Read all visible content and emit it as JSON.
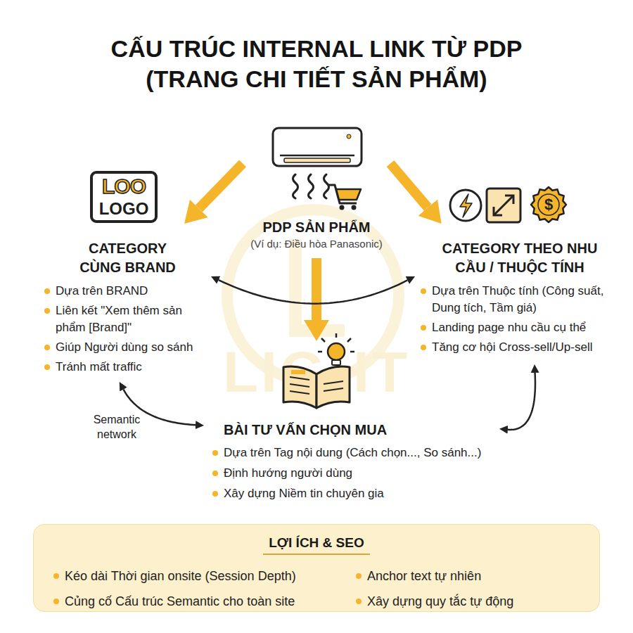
{
  "diagram": {
    "title": "CẤU TRÚC INTERNAL LINK TỪ PDP (TRANG CHI TIẾT SẢN PHẨM)",
    "nodes": [
      {
        "text": [
          "PDP SẢN PHẨM",
          "(Ví dụ: Điều hòa Panasonic)"
        ]
      },
      {
        "text": [
          "CATEGORY CÙNG BRAND",
          "Dựa trên BRAND",
          "Liên kết \"Xem thêm sản phẩm [Brand]\"",
          "Giúp Người dùng so sánh",
          "Tránh mất traffic"
        ]
      },
      {
        "text": [
          "CATEGORY THEO NHU CẦU / THUỘC TÍNH",
          "Dựa trên Thuộc tính (Công suất, Dung tích, Tầm giá)",
          "Landing page nhu cầu cụ thể",
          "Tăng cơ hội Cross-sell/Up-sell"
        ]
      },
      {
        "text": [
          "BÀI TƯ VẤN CHỌN MUA",
          "Dựa trên Tag nội dung (Cách chọn..., So sánh...)",
          "Định hướng người dùng",
          "Xây dựng Niềm tin chuyên gia"
        ]
      },
      {
        "text": [
          "LỢI ÍCH & SEO",
          "Kéo dài Thời gian onsite (Session Depth)",
          "Anchor text tự nhiên",
          "Củng cố Cấu trúc Semantic cho toàn site",
          "Xây dựng quy tắc tự động"
        ]
      }
    ],
    "edges": [
      {
        "from": 0,
        "to": 1,
        "arrow": "to"
      },
      {
        "from": 0,
        "to": 2,
        "arrow": "to"
      },
      {
        "from": 0,
        "to": 3,
        "arrow": "to"
      },
      {
        "from": 1,
        "to": 2,
        "arrow": "both"
      },
      {
        "from": 1,
        "to": 3,
        "arrow": "both",
        "label": "Semantic network"
      },
      {
        "from": 2,
        "to": 3,
        "arrow": "both"
      }
    ],
    "labels": [
      "LOO",
      "LOGO",
      "$",
      "LIGHT"
    ]
  }
}
